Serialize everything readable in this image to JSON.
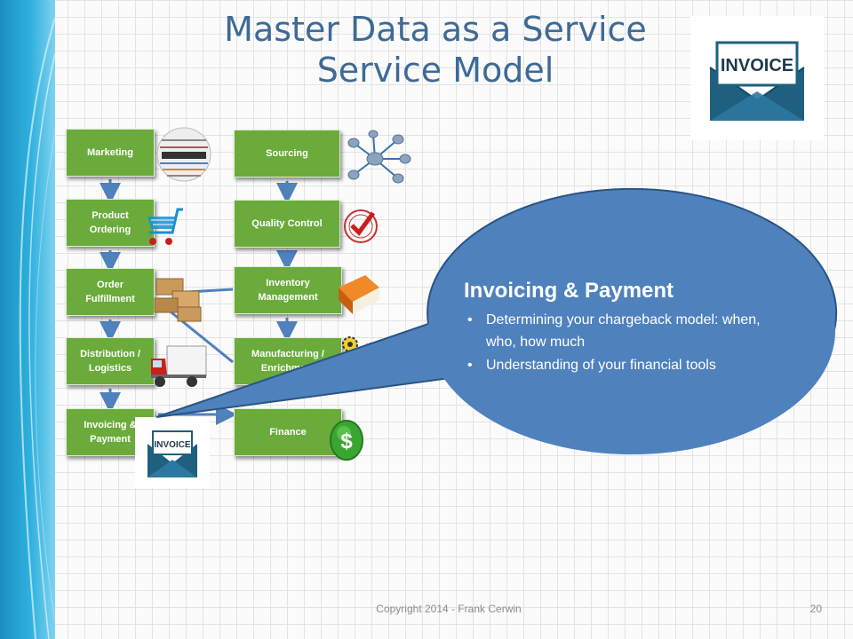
{
  "slide": {
    "title_line1": "Master Data as a Service",
    "title_line2": "Service Model",
    "footer": "Copyright 2014 - Frank Cerwin",
    "page_number": "20"
  },
  "left_column": [
    {
      "label": "Marketing",
      "icon": "marketing-word-sphere-icon"
    },
    {
      "label": "Product Ordering",
      "icon": "shopping-cart-icon"
    },
    {
      "label": "Order Fulfillment",
      "icon": "boxes-icon"
    },
    {
      "label": "Distribution / Logistics",
      "icon": "delivery-truck-icon"
    },
    {
      "label": "Invoicing & Payment",
      "icon": "invoice-envelope-icon"
    }
  ],
  "right_column": [
    {
      "label": "Sourcing",
      "icon": "network-database-icon"
    },
    {
      "label": "Quality Control",
      "icon": "certified-stamp-icon"
    },
    {
      "label": "Inventory Management",
      "icon": "book-icon"
    },
    {
      "label": "Manufacturing / Enrichment",
      "icon": "gears-icon"
    },
    {
      "label": "Finance",
      "icon": "dollar-coin-icon"
    }
  ],
  "callout": {
    "title": "Invoicing & Payment",
    "bullets": [
      "Determining your chargeback model: when, who, how much",
      "Understanding of your financial tools"
    ]
  },
  "header_image": {
    "label": "INVOICE",
    "icon": "invoice-envelope-icon"
  },
  "colors": {
    "box_fill": "#6aab3b",
    "callout_fill": "#4f81bd",
    "title_color": "#3e6a95",
    "arrow_color": "#4f81bd"
  }
}
